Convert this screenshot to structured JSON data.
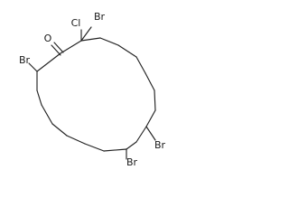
{
  "atoms": {
    "oxygen": "O",
    "chlorine": "Cl",
    "bromine_1": "Br",
    "bromine_2": "Br",
    "bromine_3": "Br",
    "bromine_4": "Br"
  },
  "colors": {
    "bond": "#222222",
    "text": "#1a1a1a",
    "background": "#ffffff"
  }
}
